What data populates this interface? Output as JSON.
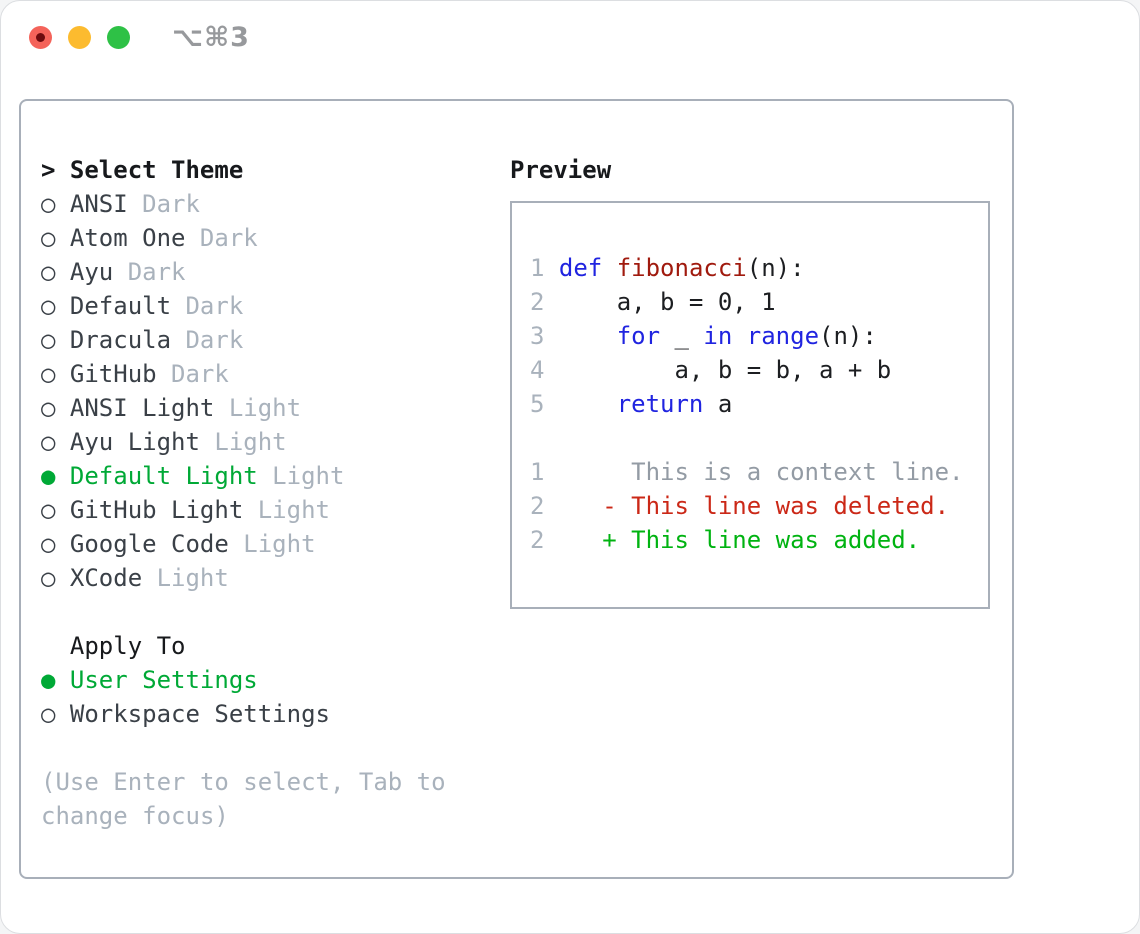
{
  "window": {
    "shortcut": "⌥⌘3",
    "traffic_lights": {
      "close": "close",
      "minimize": "minimize",
      "zoom": "zoom"
    }
  },
  "colors": {
    "accent_green": "#00a936",
    "near_black": "#17191c",
    "fg": "#3a4047",
    "muted": "#a9b2bc",
    "muted_dark": "#97999c",
    "border": "#a8afb9",
    "keyword_blue": "#2024e0",
    "function_red": "#a01a0e",
    "code_fg": "#1c1e21",
    "deleted_red": "#cb2817",
    "added_green": "#00b311",
    "context_gray": "#939ba4",
    "tl_close": "#f4635a",
    "tl_close_dot": "#6d0b0e",
    "tl_min": "#fcbb2f",
    "tl_zoom": "#2ec146"
  },
  "icons": {
    "radio_selected": "●",
    "radio_unselected": "○",
    "focus_prompt": ">"
  },
  "sidebar": {
    "prompt": ">",
    "title": "Select Theme",
    "items": [
      {
        "name": "ANSI",
        "tag": "Dark",
        "selected": false
      },
      {
        "name": "Atom One",
        "tag": "Dark",
        "selected": false
      },
      {
        "name": "Ayu",
        "tag": "Dark",
        "selected": false
      },
      {
        "name": "Default",
        "tag": "Dark",
        "selected": false
      },
      {
        "name": "Dracula",
        "tag": "Dark",
        "selected": false
      },
      {
        "name": "GitHub",
        "tag": "Dark",
        "selected": false
      },
      {
        "name": "ANSI Light",
        "tag": "Light",
        "selected": false
      },
      {
        "name": "Ayu Light",
        "tag": "Light",
        "selected": false
      },
      {
        "name": "Default Light",
        "tag": "Light",
        "selected": true
      },
      {
        "name": "GitHub Light",
        "tag": "Light",
        "selected": false
      },
      {
        "name": "Google Code",
        "tag": "Light",
        "selected": false
      },
      {
        "name": "XCode",
        "tag": "Light",
        "selected": false
      }
    ],
    "apply_to": {
      "title": "Apply To",
      "options": [
        {
          "name": "User Settings",
          "selected": true
        },
        {
          "name": "Workspace Settings",
          "selected": false
        }
      ]
    },
    "help": "(Use Enter to select, Tab to change focus)"
  },
  "preview": {
    "title": "Preview",
    "code_lines": [
      {
        "num": "1",
        "tokens": [
          {
            "t": "def",
            "c": "kw"
          },
          {
            "t": " ",
            "c": "fg"
          },
          {
            "t": "fibonacci",
            "c": "fn"
          },
          {
            "t": "(n):",
            "c": "fg"
          }
        ]
      },
      {
        "num": "2",
        "tokens": [
          {
            "t": "    a, b = 0, 1",
            "c": "fg"
          }
        ]
      },
      {
        "num": "3",
        "tokens": [
          {
            "t": "    ",
            "c": "fg"
          },
          {
            "t": "for",
            "c": "kw"
          },
          {
            "t": " _ ",
            "c": "fg"
          },
          {
            "t": "in",
            "c": "kw"
          },
          {
            "t": " ",
            "c": "fg"
          },
          {
            "t": "range",
            "c": "kw"
          },
          {
            "t": "(n):",
            "c": "fg"
          }
        ]
      },
      {
        "num": "4",
        "tokens": [
          {
            "t": "        a, b = b, a + b",
            "c": "fg"
          }
        ]
      },
      {
        "num": "5",
        "tokens": [
          {
            "t": "    ",
            "c": "fg"
          },
          {
            "t": "return",
            "c": "kw"
          },
          {
            "t": " a",
            "c": "fg"
          }
        ]
      }
    ],
    "diff_lines": [
      {
        "num": "1",
        "marker": " ",
        "text": "This is a context line.",
        "kind": "context"
      },
      {
        "num": "2",
        "marker": "-",
        "text": "This line was deleted.",
        "kind": "deleted"
      },
      {
        "num": "2",
        "marker": "+",
        "text": "This line was added.",
        "kind": "added"
      }
    ]
  }
}
